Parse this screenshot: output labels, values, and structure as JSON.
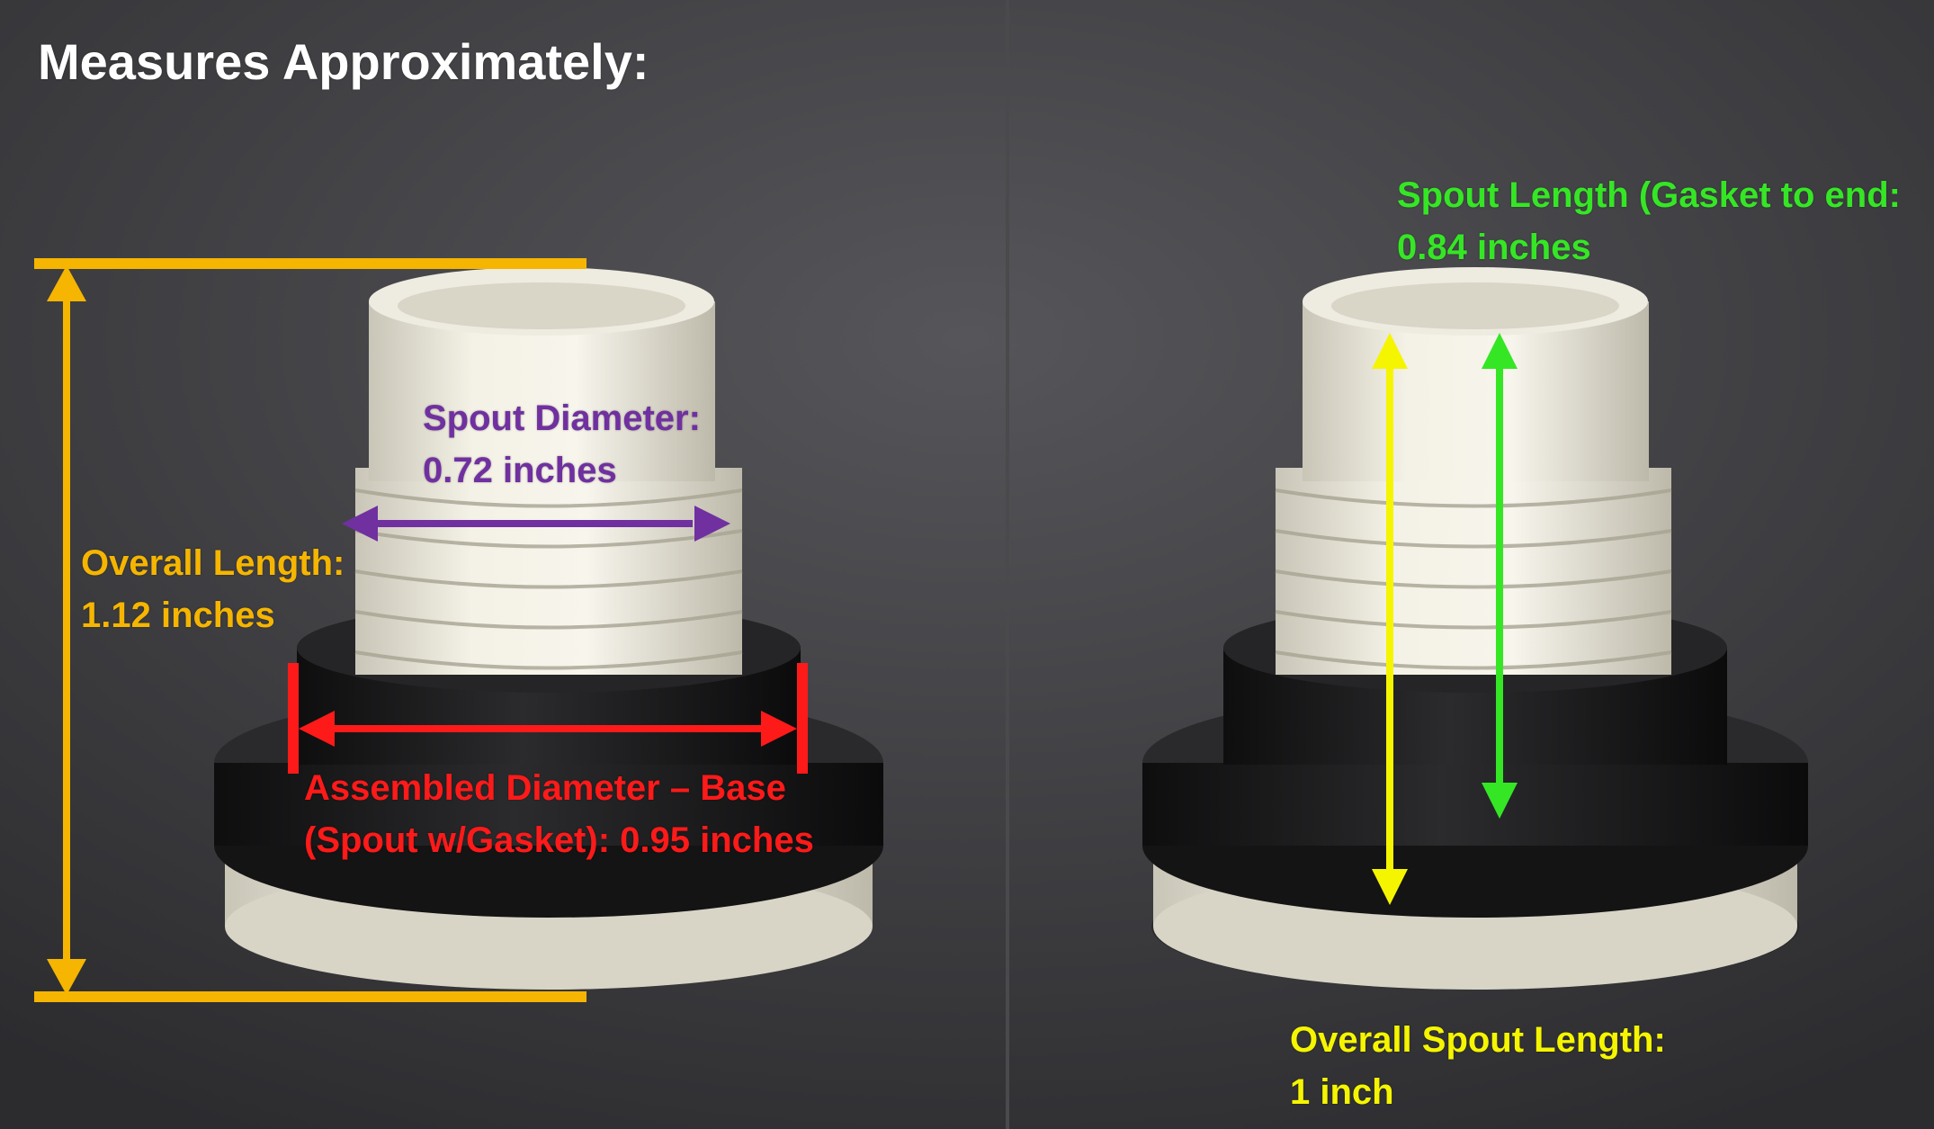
{
  "title": "Measures Approximately:",
  "colors": {
    "overall_length": "#f5b500",
    "spout_diameter": "#7030a0",
    "assembled_diameter": "#ff1a1a",
    "spout_length": "#35e625",
    "overall_spout_length": "#f5f500",
    "title": "#ffffff"
  },
  "measurements": {
    "spout_diameter": {
      "line1": "Spout Diameter:",
      "line2": "0.72 inches"
    },
    "overall_length": {
      "line1": "Overall Length:",
      "line2": "1.12 inches"
    },
    "assembled_diameter": {
      "line1": "Assembled Diameter – Base",
      "line2": "(Spout w/Gasket): 0.95 inches"
    },
    "spout_length": {
      "line1": "Spout Length (Gasket to end:",
      "line2": "0.84 inches"
    },
    "overall_spout_length": {
      "line1": "Overall Spout Length:",
      "line2": "1 inch"
    }
  }
}
